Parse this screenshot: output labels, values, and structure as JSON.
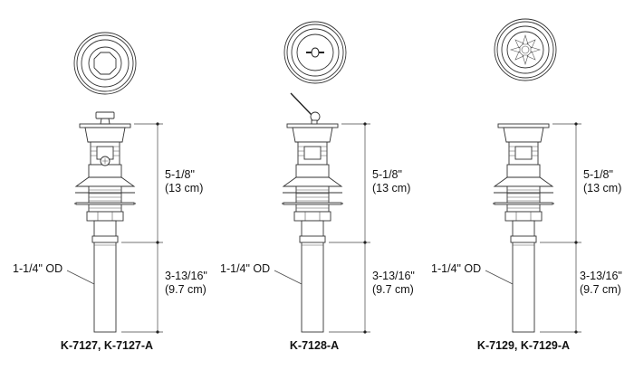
{
  "drains": [
    {
      "model": "K-7127, K-7127-A",
      "top_dim": "5-1/8\"",
      "top_dim_metric": "(13 cm)",
      "bottom_dim": "3-13/16\"",
      "bottom_dim_metric": "(9.7 cm)",
      "od_label": "1-1/4\" OD",
      "stopper": "knob"
    },
    {
      "model": "K-7128-A",
      "top_dim": "5-1/8\"",
      "top_dim_metric": "(13 cm)",
      "bottom_dim": "3-13/16\"",
      "bottom_dim_metric": "(9.7 cm)",
      "od_label": "1-1/4\" OD",
      "stopper": "lever"
    },
    {
      "model": "K-7129, K-7129-A",
      "top_dim": "5-1/8\"",
      "top_dim_metric": "(13 cm)",
      "bottom_dim": "3-13/16\"",
      "bottom_dim_metric": "(9.7 cm)",
      "od_label": "1-1/4\" OD",
      "stopper": "grid"
    }
  ]
}
